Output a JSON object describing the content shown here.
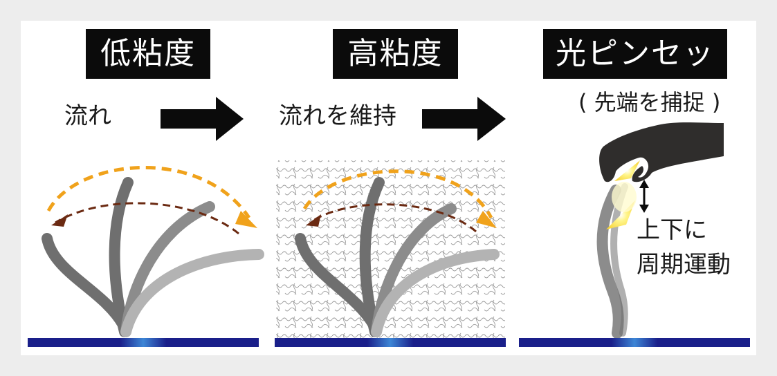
{
  "panels": [
    {
      "title": "低粘度",
      "label": "流れ"
    },
    {
      "title": "高粘度",
      "label": "流れを維持"
    },
    {
      "title": "光ピンセット",
      "label": "( 先端を捕捉 )",
      "motion_line1": "上下に",
      "motion_line2": "周期運動"
    }
  ],
  "colors": {
    "background": "#ededed",
    "panel": "#ffffff",
    "title_bg": "#0b0b0b",
    "substrate": "#1a1f8a",
    "swing_arrow_outer": "#f0a21b",
    "swing_arrow_inner": "#6b2a12",
    "fiber_dark": "#6f6f6f",
    "fiber_mid": "#8c8c8c",
    "fiber_light": "#b3b3b3",
    "hand": "#2f2d2c",
    "light_beam": "#fff27a"
  },
  "icons": [
    "right-arrow-icon",
    "hand-icon",
    "double-arrow-icon"
  ]
}
